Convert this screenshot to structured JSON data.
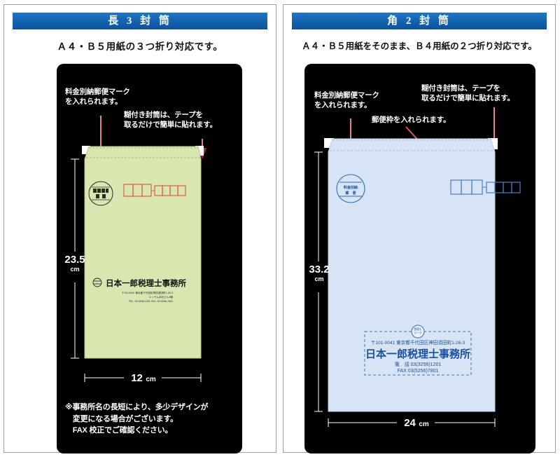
{
  "document": {
    "type": "envelope-specification-sheet",
    "language": "ja"
  },
  "panels": [
    {
      "id": "naga3",
      "title": "長 3 封 筒",
      "subtitle": "Ａ４・Ｂ５用紙の３つ折り対応です。",
      "accent_color": "#1463ad",
      "stage_color": "#000000",
      "envelope": {
        "color": "#d8e6b0",
        "edge_color": "#b9cc8a",
        "name": "長3封筒",
        "height_label": "23.5",
        "height_unit": "cm",
        "width_label": "12",
        "width_unit": "cm",
        "postmark": {
          "line1": "料金別納",
          "line2": "郵 便",
          "color": "#1a1a1a"
        },
        "postcode_boxes": {
          "first_group": 3,
          "second_group": 4,
          "color": "#e05a4c"
        },
        "address_block": {
          "logo": "税理士マーク",
          "name": "日本一郎税理士事務所",
          "zip_address": "〒101-0041 東京都千代田区神田須田町1-26-3",
          "building": "エッサム本社ビル3階",
          "phone_fax": "TEL. 03-3256-1201  FAX. 03-5256-7801",
          "color": "#1a1a1a"
        }
      },
      "annotations": [
        {
          "id": "postmark-note",
          "text": "料金別納郵便マーク\nを入れられます。",
          "arrow_color": "#e8808a"
        },
        {
          "id": "tape-note",
          "text": "糊付き封筒は、テープを\n取るだけで簡単に貼れます。",
          "arrow_color": "#e8808a"
        }
      ],
      "footnote": "※事務所名の長短により、多少デザインが\n　変更になる場合がございます。\n　FAX 校正でご確認ください。"
    },
    {
      "id": "kaku2",
      "title": "角 2 封 筒",
      "subtitle": "Ａ４・Ｂ５用紙をそのまま、Ｂ４用紙の２つ折り対応です。",
      "accent_color": "#1463ad",
      "stage_color": "#000000",
      "envelope": {
        "color": "#d6e4f5",
        "edge_color": "#b9cfe8",
        "name": "角2封筒",
        "height_label": "33.2",
        "height_unit": "cm",
        "width_label": "24",
        "width_unit": "cm",
        "postmark": {
          "line1": "料金別納",
          "line2": "郵 便",
          "color": "#1a4f9c"
        },
        "postcode_boxes": {
          "first_group": 3,
          "second_group": 4,
          "color": "#4a7fc1"
        },
        "address_block": {
          "logo": "税理士マーク",
          "name": "日本一郎税理士事務所",
          "zip_address": "〒101-0041 東京都千代田区神田須田町1-26-3",
          "phone": "電　話  03(3256)1201",
          "fax": "FAX  03(5256)7801",
          "color": "#1a4f9c"
        }
      },
      "annotations": [
        {
          "id": "postmark-note",
          "text": "料金別納郵便マーク\nを入れられます。",
          "arrow_color": "#e8808a"
        },
        {
          "id": "postal-frame-note",
          "text": "郵便枠を入れられます。",
          "arrow_color": "#e05a4c"
        },
        {
          "id": "tape-note",
          "text": "糊付き封筒は、テープを\n取るだけで簡単に貼れます。",
          "arrow_color": "#e8808a"
        }
      ]
    }
  ]
}
